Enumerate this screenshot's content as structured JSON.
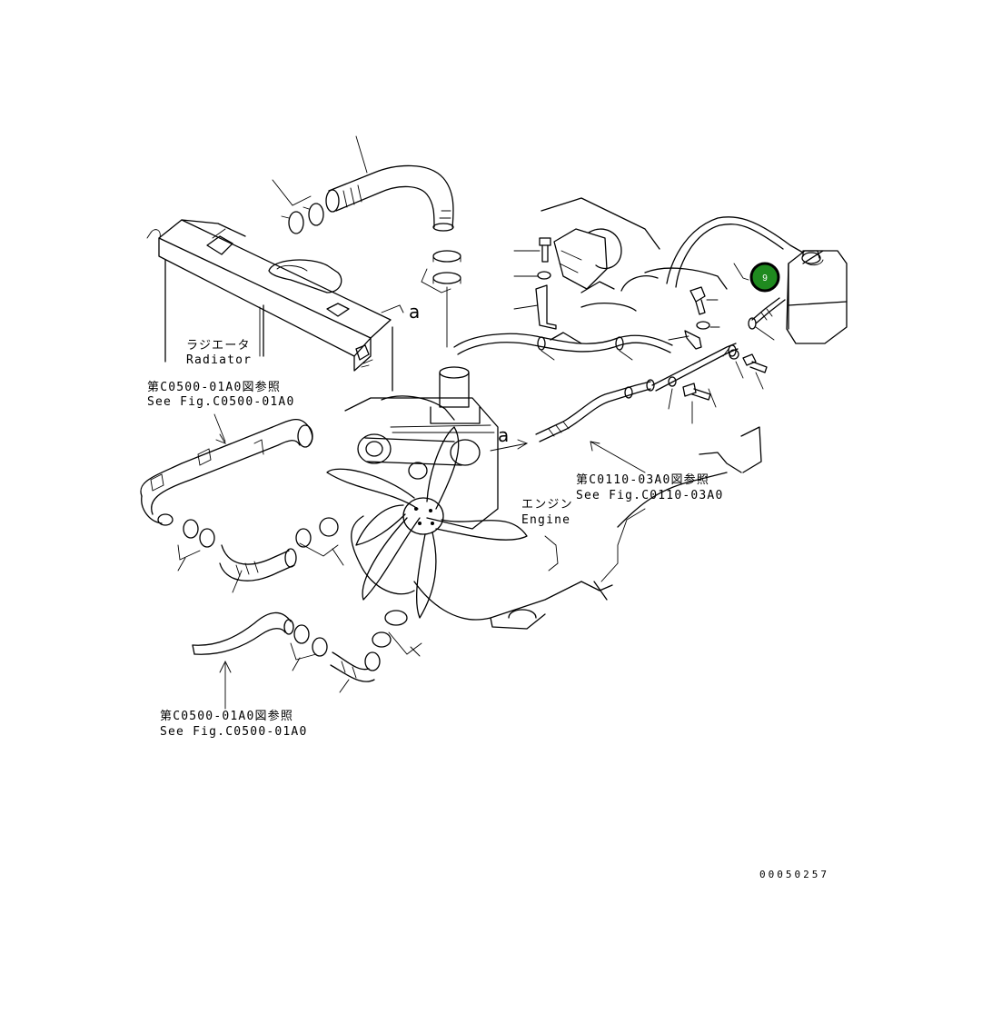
{
  "labels": {
    "radiator_jp": "ラジエータ",
    "radiator_en": "Radiator",
    "engine_jp": "エンジン",
    "engine_en": "Engine",
    "ref_c0500_jp_1": "第C0500-01A0図参照",
    "ref_c0500_en_1": "See Fig.C0500-01A0",
    "ref_c0110_jp": "第C0110-03A0図参照",
    "ref_c0110_en": "See Fig.C0110-03A0",
    "ref_c0500_jp_2": "第C0500-01A0図参照",
    "ref_c0500_en_2": "See Fig.C0500-01A0",
    "view_mark_1": "a",
    "view_mark_2": "a"
  },
  "callout": {
    "number": "9",
    "color": "#1f8a1f"
  },
  "document_number": "00050257"
}
